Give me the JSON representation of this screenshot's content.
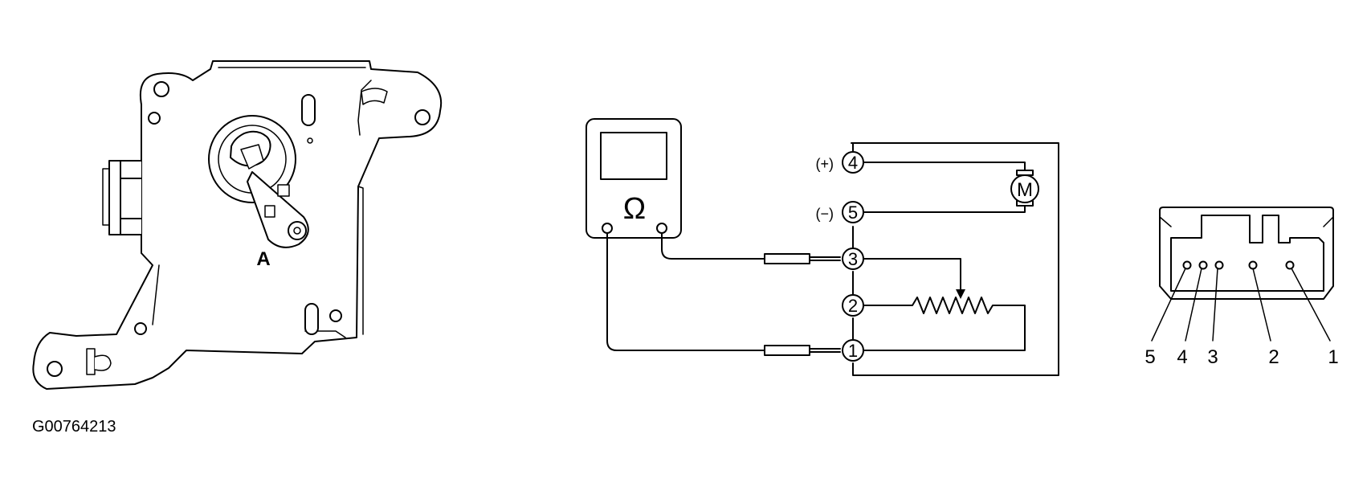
{
  "figure_id": "G00764213",
  "actuator": {
    "label": "A"
  },
  "meter": {
    "symbol": "Ω"
  },
  "terminals": [
    {
      "number": "4",
      "polarity": "(+)"
    },
    {
      "number": "5",
      "polarity": "(−)"
    },
    {
      "number": "3",
      "polarity": ""
    },
    {
      "number": "2",
      "polarity": ""
    },
    {
      "number": "1",
      "polarity": ""
    }
  ],
  "motor": {
    "symbol": "M"
  },
  "connector": {
    "pin_labels": [
      "5",
      "4",
      "3",
      "2",
      "1"
    ]
  }
}
